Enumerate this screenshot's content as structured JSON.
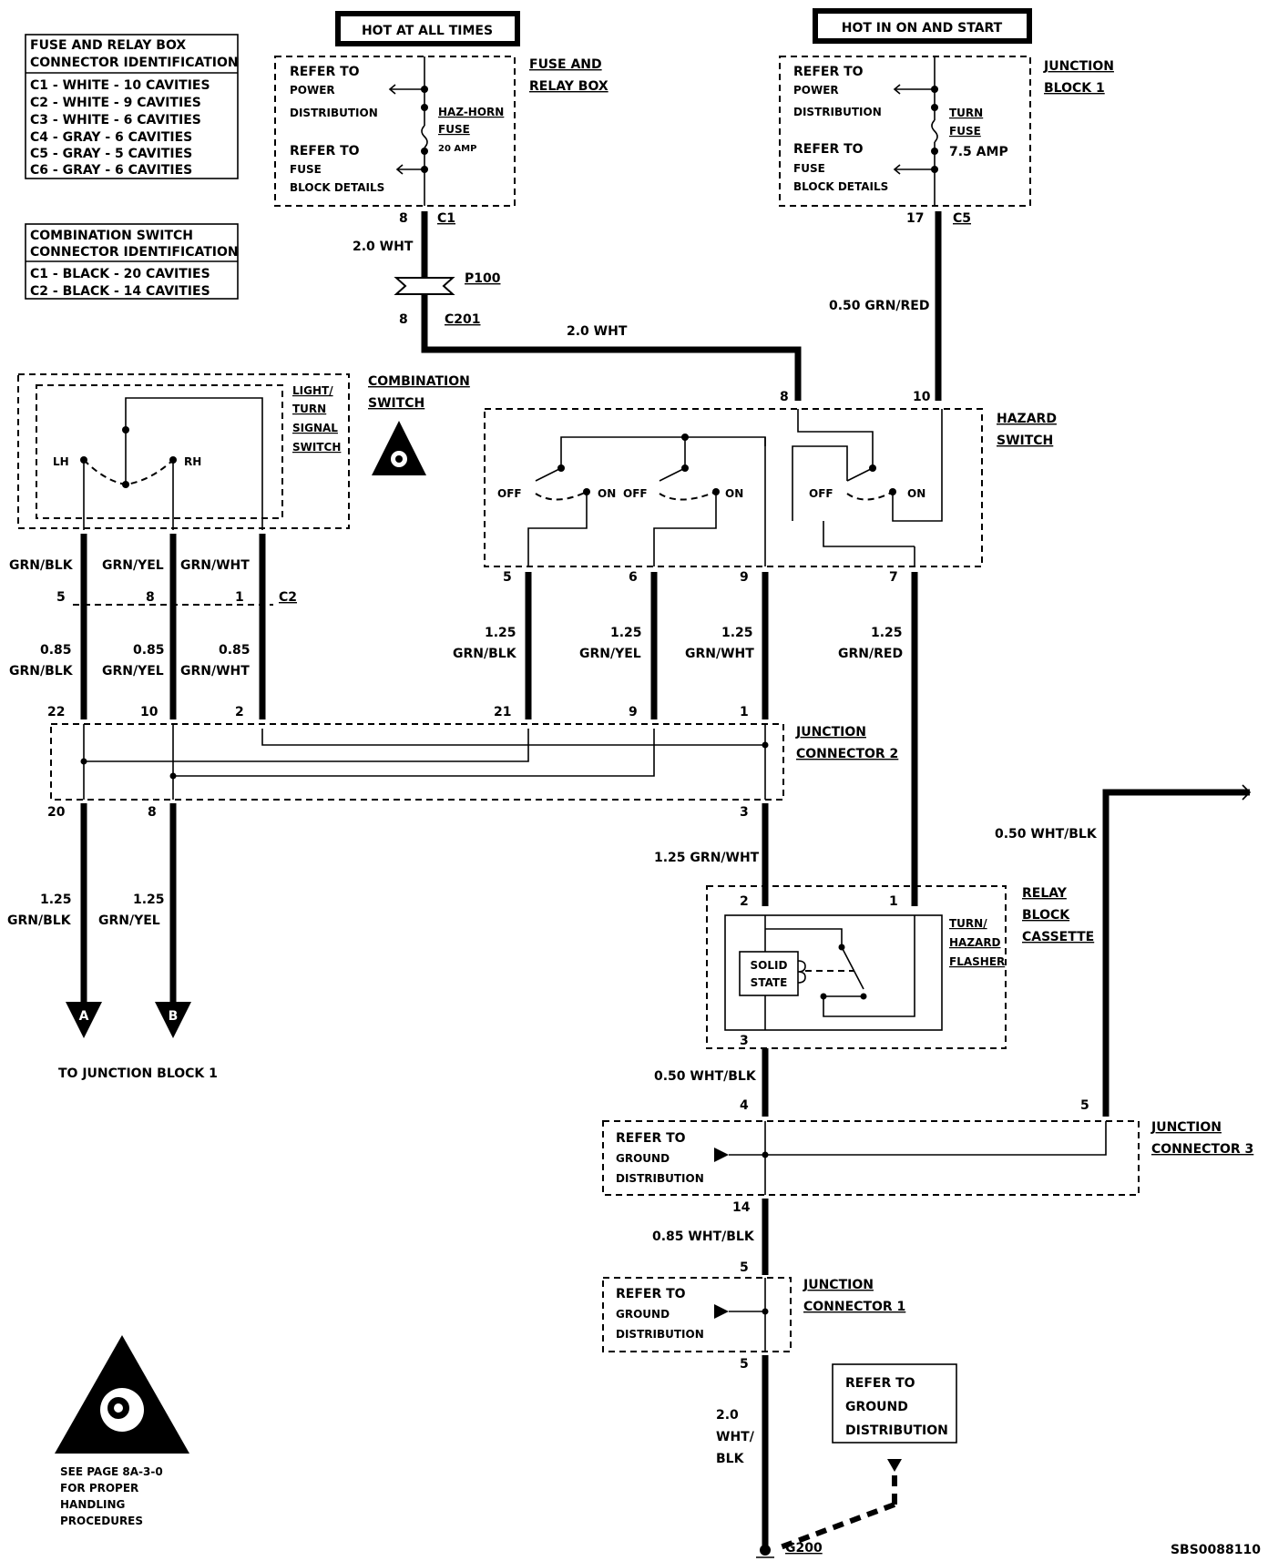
{
  "power": {
    "hot_at_all_times": "HOT AT ALL TIMES",
    "hot_in_on_and_start": "HOT IN ON AND START"
  },
  "fuse_relay_box": {
    "title_1": "FUSE AND",
    "title_2": "RELAY BOX",
    "refer_to": "REFER TO",
    "power": "POWER",
    "distribution": "DISTRIBUTION",
    "refer_to_2": "REFER TO",
    "fuse": "FUSE",
    "block_details": "BLOCK DETAILS",
    "fuse_name_1": "HAZ-HORN",
    "fuse_name_2": "FUSE",
    "fuse_amp": "20 AMP"
  },
  "junction_block_1": {
    "title_1": "JUNCTION",
    "title_2": "BLOCK 1",
    "refer_to": "REFER TO",
    "power": "POWER",
    "distribution": "DISTRIBUTION",
    "refer_to_2": "REFER TO",
    "fuse": "FUSE",
    "block_details": "BLOCK DETAILS",
    "fuse_name_1": "TURN",
    "fuse_name_2": "FUSE",
    "fuse_amp": "7.5 AMP"
  },
  "fuse_relay_connector_id": {
    "title_1": "FUSE AND RELAY BOX",
    "title_2": "CONNECTOR IDENTIFICATION",
    "rows": [
      "C1 - WHITE - 10 CAVITIES",
      "C2 - WHITE - 9 CAVITIES",
      "C3 - WHITE - 6 CAVITIES",
      "C4 - GRAY - 6 CAVITIES",
      "C5 - GRAY - 5 CAVITIES",
      "C6 - GRAY - 6 CAVITIES"
    ]
  },
  "combination_connector_id": {
    "title_1": "COMBINATION SWITCH",
    "title_2": "CONNECTOR IDENTIFICATION",
    "rows": [
      "C1 - BLACK - 20 CAVITIES",
      "C2 - BLACK - 14 CAVITIES"
    ]
  },
  "top_left_wire": {
    "pin_c1": "8",
    "conn_c1": "C1",
    "wire": "2.0 WHT",
    "splice": "P100",
    "pin_c201": "8",
    "conn_c201": "C201",
    "wire_horizontal": "2.0 WHT"
  },
  "top_right_wire": {
    "pin": "17",
    "conn": "C5",
    "wire": "0.50 GRN/RED"
  },
  "combination_switch": {
    "title_1": "COMBINATION",
    "title_2": "SWITCH",
    "sub_1": "LIGHT/",
    "sub_2": "TURN",
    "sub_3": "SIGNAL",
    "sub_4": "SWITCH",
    "lh": "LH",
    "rh": "RH",
    "wire_1": "GRN/BLK",
    "wire_2": "GRN/YEL",
    "wire_3": "GRN/WHT",
    "pin_1": "5",
    "pin_2": "8",
    "pin_3": "1",
    "conn": "C2"
  },
  "hazard_switch": {
    "title_1": "HAZARD",
    "title_2": "SWITCH",
    "pin_top_1": "8",
    "pin_top_2": "10",
    "off": "OFF",
    "on": "ON",
    "pins_bottom": [
      "5",
      "6",
      "9",
      "7"
    ]
  },
  "mid_wires": [
    {
      "gauge": "0.85",
      "color": "GRN/BLK"
    },
    {
      "gauge": "0.85",
      "color": "GRN/YEL"
    },
    {
      "gauge": "0.85",
      "color": "GRN/WHT"
    },
    {
      "gauge": "1.25",
      "color": "GRN/BLK"
    },
    {
      "gauge": "1.25",
      "color": "GRN/YEL"
    },
    {
      "gauge": "1.25",
      "color": "GRN/WHT"
    },
    {
      "gauge": "1.25",
      "color": "GRN/RED"
    }
  ],
  "junction_connector_2": {
    "title_1": "JUNCTION",
    "title_2": "CONNECTOR 2",
    "pins_top": [
      "22",
      "10",
      "2",
      "21",
      "9",
      "1"
    ],
    "pins_bottom": [
      "20",
      "8",
      "3"
    ]
  },
  "lower_left": {
    "wire_1_gauge": "1.25",
    "wire_1_color": "GRN/BLK",
    "wire_2_gauge": "1.25",
    "wire_2_color": "GRN/YEL",
    "arrow_a": "A",
    "arrow_b": "B",
    "destination": "TO JUNCTION BLOCK 1"
  },
  "relay_block": {
    "wire_in": "1.25 GRN/WHT",
    "title_1": "RELAY",
    "title_2": "BLOCK",
    "title_3": "CASSETTE",
    "flasher_1": "TURN/",
    "flasher_2": "HAZARD",
    "flasher_3": "FLASHER",
    "solid_1": "SOLID",
    "solid_2": "STATE",
    "pin_2": "2",
    "pin_1": "1",
    "pin_3": "3",
    "wire_out": "0.50 WHT/BLK"
  },
  "right_wire": {
    "wire": "0.50 WHT/BLK"
  },
  "junction_connector_3": {
    "title_1": "JUNCTION",
    "title_2": "CONNECTOR 3",
    "refer_1": "REFER TO",
    "refer_2": "GROUND",
    "refer_3": "DISTRIBUTION",
    "pin_4": "4",
    "pin_5": "5",
    "pin_14": "14",
    "wire_out": "0.85 WHT/BLK"
  },
  "junction_connector_1": {
    "title_1": "JUNCTION",
    "title_2": "CONNECTOR 1",
    "refer_1": "REFER TO",
    "refer_2": "GROUND",
    "refer_3": "DISTRIBUTION",
    "pin_top": "5",
    "pin_bottom": "5"
  },
  "ground": {
    "wire_1": "2.0",
    "wire_2": "WHT/",
    "wire_3": "BLK",
    "refer_1": "REFER TO",
    "refer_2": "GROUND",
    "refer_3": "DISTRIBUTION",
    "label": "G200"
  },
  "airbag_note": [
    "SEE PAGE 8A-3-0",
    "FOR PROPER",
    "HANDLING",
    "PROCEDURES"
  ],
  "figure_id": "SBS0088110"
}
